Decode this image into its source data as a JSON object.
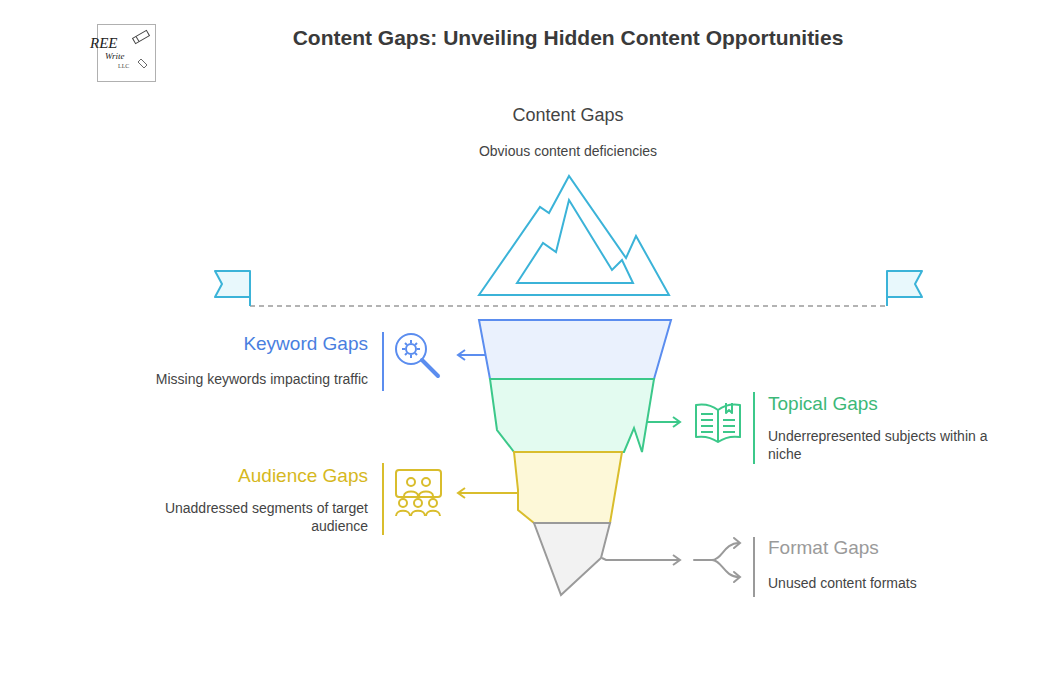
{
  "diagram": {
    "title": "Content Gaps: Unveiling Hidden Content Opportunities",
    "nodes": [
      {
        "text": [
          "Content Gaps",
          "Obvious content deficiencies"
        ]
      },
      {
        "text": [
          "Keyword Gaps",
          "Missing keywords impacting traffic"
        ]
      },
      {
        "text": [
          "Topical Gaps",
          "Underrepresented subjects within a niche"
        ]
      },
      {
        "text": [
          "Audience Gaps",
          "Unaddressed segments of target audience"
        ]
      },
      {
        "text": [
          "Format Gaps",
          "Unused content formats"
        ]
      }
    ],
    "labels": [
      "REE",
      "Write",
      "LLC"
    ]
  }
}
